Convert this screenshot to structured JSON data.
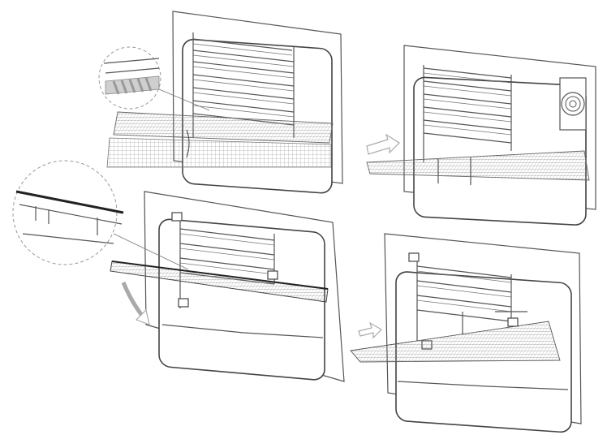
{
  "colors": {
    "line": "#555555",
    "background": "#ffffff",
    "arrow": "#bbbbbb"
  },
  "steps": [
    {
      "id": "step-1",
      "description_icon": "oven-rack-side-rails"
    },
    {
      "id": "step-2",
      "description_icon": "oven-rack-slide-in"
    },
    {
      "id": "step-3",
      "description_icon": "oven-rack-brackets-tilt"
    },
    {
      "id": "step-4",
      "description_icon": "oven-rack-seated"
    }
  ],
  "icons": {
    "direction_arrow": "right-arrow-icon",
    "tilt_arrow": "curved-down-arrow-icon",
    "detail": "magnifier-detail-icon",
    "fan": "fan-cover-icon"
  }
}
